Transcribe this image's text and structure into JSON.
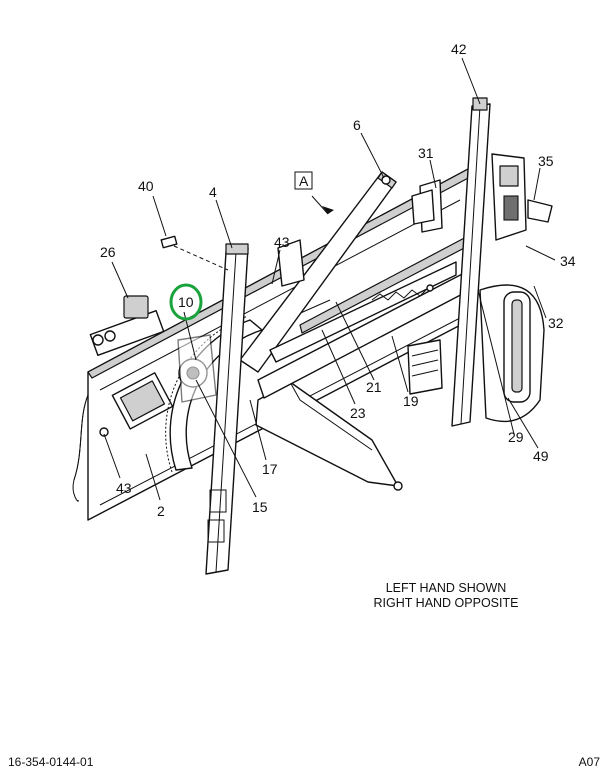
{
  "callouts": {
    "c42": "42",
    "c6": "6",
    "c31": "31",
    "c35": "35",
    "c40": "40",
    "c4": "4",
    "cA": "A",
    "c26": "26",
    "c43a": "43",
    "c34": "34",
    "c10": "10",
    "c32": "32",
    "c21": "21",
    "c19": "19",
    "c23": "23",
    "c29": "29",
    "c49": "49",
    "c17": "17",
    "c43b": "43",
    "c15": "15",
    "c2": "2"
  },
  "note": {
    "line1": "LEFT HAND SHOWN",
    "line2": "RIGHT HAND OPPOSITE"
  },
  "footer": {
    "drawing_number": "16-354-0144-01",
    "sheet": "A07"
  },
  "highlight": {
    "callout": "10",
    "color": "#1aa33c"
  }
}
